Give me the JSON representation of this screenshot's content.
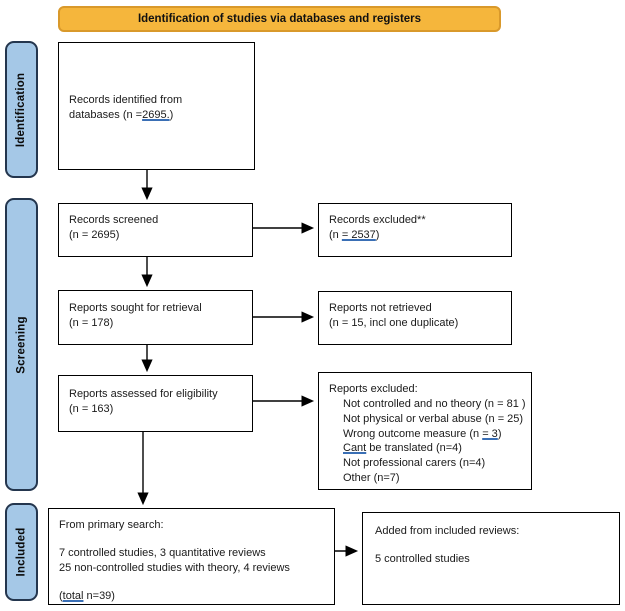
{
  "header": {
    "title": "Identification of studies via databases and registers"
  },
  "sidebar": {
    "identification": "Identification",
    "screening": "Screening",
    "included": "Included"
  },
  "boxes": {
    "records_identified": {
      "line1": "Records identified from",
      "line2_prefix": "databases (n =",
      "line2_underlined": "2695.",
      "line2_suffix": ")"
    },
    "records_screened": {
      "line1": "Records screened",
      "line2": "(n = 2695)"
    },
    "records_excluded": {
      "line1": "Records excluded**",
      "line2_prefix": "(n ",
      "line2_underlined": "=  2537",
      "line2_suffix": ")"
    },
    "reports_sought": {
      "line1": "Reports sought for retrieval",
      "line2": "(n = 178)"
    },
    "reports_not_retrieved": {
      "line1": "Reports not retrieved",
      "line2": "(n = 15, incl one duplicate)"
    },
    "reports_assessed": {
      "line1": "Reports assessed for eligibility",
      "line2": "(n = 163)"
    },
    "reports_excluded": {
      "title": "Reports excluded:",
      "item1": "Not controlled  and no theory (n = 81 )",
      "item2": "Not physical or verbal abuse (n = 25)",
      "item3_prefix": "Wrong outcome measure (n ",
      "item3_underlined": "=  3",
      "item3_suffix": ")",
      "item4_underlined": "Cant",
      "item4_suffix": " be translated (n=4)",
      "item5": "Not professional carers (n=4)",
      "item6": "Other (n=7)"
    },
    "primary_search": {
      "line1": "From primary search:",
      "line2": "7 controlled studies, 3 quantitative reviews",
      "line3": "25 non-controlled studies with theory, 4 reviews",
      "line4_prefix": "(",
      "line4_underlined": "total",
      "line4_suffix": " n=39)"
    },
    "added_reviews": {
      "line1": "Added from included reviews:",
      "line2": "5 controlled studies"
    }
  },
  "colors": {
    "header_bg": "#F5B63C",
    "header_border": "#D9992B",
    "sidebar_bg": "#A5C8E7",
    "sidebar_border": "#24364E",
    "box_border": "#000000",
    "underline": "#3A6FB5"
  }
}
